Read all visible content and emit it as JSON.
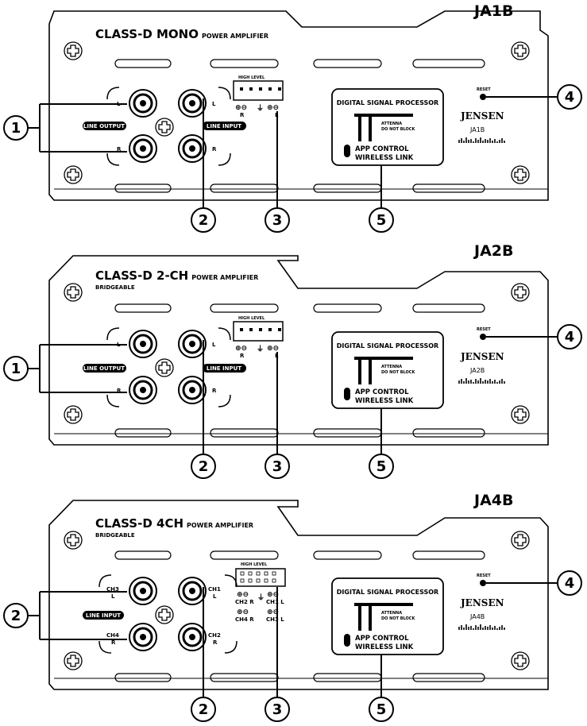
{
  "colors": {
    "ink": "#000000",
    "paper": "#ffffff"
  },
  "common": {
    "power_amplifier": "POWER AMPLIFIER",
    "high_level": "HIGH LEVEL",
    "dsp": "DIGITAL SIGNAL PROCESSOR",
    "attenna": "ATTENNA",
    "do_not_block": "DO NOT BLOCK",
    "app_control": "APP CONTROL",
    "wireless_link": "WIRELESS LINK",
    "brand": "JENSEN",
    "reset": "RESET",
    "line_output": "LINE OUTPUT",
    "line_input": "LINE INPUT",
    "L": "L",
    "R": "R",
    "plus_minus": "⊕⊖",
    "ground": "⏚",
    "ch1": "CH1",
    "ch2": "CH2",
    "ch3": "CH3",
    "ch4": "CH4",
    "ch2_r": "CH2 R",
    "ch1_l": "CH1 L",
    "ch4_r": "CH4 R",
    "ch3_l": "CH3 L"
  },
  "panels": [
    {
      "model": "JA1B",
      "title": "CLASS-D MONO",
      "bridgeable": "",
      "callouts": {
        "rca": "1",
        "high": "3",
        "reset": "4",
        "dsp": "5",
        "input": "2"
      }
    },
    {
      "model": "JA2B",
      "title": "CLASS-D 2-CH",
      "bridgeable": "BRIDGEABLE",
      "callouts": {
        "rca": "1",
        "high": "3",
        "reset": "4",
        "dsp": "5",
        "input": "2"
      }
    },
    {
      "model": "JA4B",
      "title": "CLASS-D 4CH",
      "bridgeable": "BRIDGEABLE",
      "callouts": {
        "rca": "2",
        "high": "3",
        "reset": "4",
        "dsp": "5",
        "input": "2"
      }
    }
  ]
}
